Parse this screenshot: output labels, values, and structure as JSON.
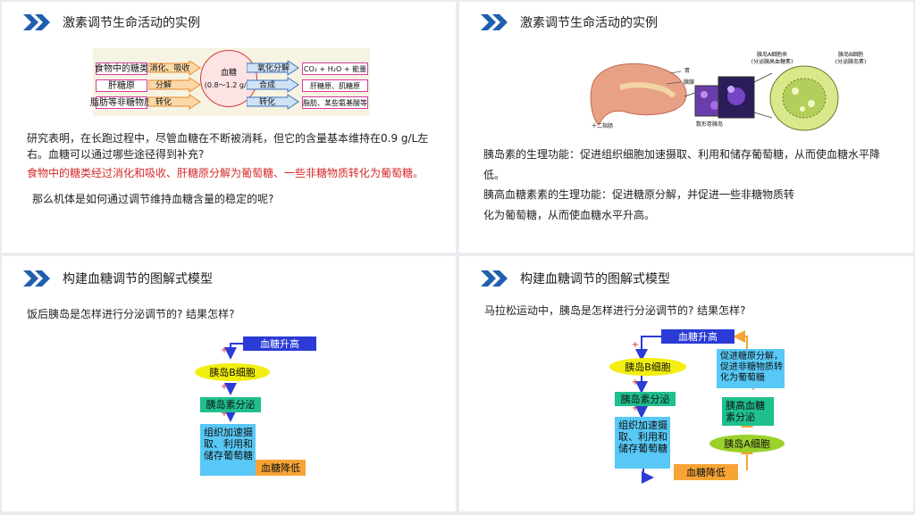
{
  "slides": [
    {
      "title": "激素调节生命活动的实例",
      "diagram": {
        "left": [
          "食物中的糖类",
          "肝糖原",
          "脂肪等非糖物质"
        ],
        "left_arrows": [
          "消化、吸收",
          "分解",
          "转化"
        ],
        "center_title": "血糖",
        "center_range": "(0.8～1.2 g/L)",
        "right_arrows": [
          "氧化分解",
          "合成",
          "转化"
        ],
        "right": [
          "CO₂ + H₂O + 能量",
          "肝糖原、肌糖原",
          "脂肪、某些氨基酸等"
        ]
      },
      "para1": "研究表明，在长跑过程中，尽管血糖在不断被消耗，但它的含量基本维持在0.9 g/L左右。血糖可以通过哪些途径得到补充?",
      "para2_red": "食物中的糖类经过消化和吸收、肝糖原分解为葡萄糖、一些非糖物质转化为葡萄糖。",
      "para3": "那么机体是如何通过调节维持血糖含量的稳定的呢?"
    },
    {
      "title": "激素调节生命活动的实例",
      "illus": {
        "islet_label": "胰岛A细胞来\n(分泌胰高血糖素)",
        "b_label": "胰岛B细胞\n(分泌胰岛素)",
        "stomach": "胃",
        "pancreas": "胰腺",
        "duodenum": "十二指肠",
        "islets": "数形卷胰岛"
      },
      "para1": "胰岛素的生理功能：促进组织细胞加速摄取、利用和储存葡萄糖，从而使血糖水平降低。",
      "para2a": "胰高血糖素素的生理功能：促进糖原分解，并促进一些非糖物质转",
      "para2b": "化为葡萄糖，从而使血糖水平升高。"
    },
    {
      "title": "构建血糖调节的图解式模型",
      "question": "饭后胰岛是怎样进行分泌调节的?  结果怎样?",
      "flow": {
        "rise": "血糖升高",
        "b_cell": "胰岛B细胞",
        "insulin": "胰岛素分泌",
        "tissue": "组织加速摄取、利用和储存葡萄糖",
        "fall": "血糖降低",
        "plus": "+"
      }
    },
    {
      "title": "构建血糖调节的图解式模型",
      "question": "马拉松运动中，胰岛是怎样进行分泌调节的?  结果怎样?",
      "flow": {
        "rise": "血糖升高",
        "b_cell": "胰岛B细胞",
        "insulin": "胰岛素分泌",
        "tissue": "组织加速摄取、利用和储存葡萄糖",
        "fall": "血糖降低",
        "a_cell": "胰岛A细胞",
        "glucagon": "胰高血糖素分泌",
        "promote": "促进糖原分解，促进非糖物质转化为葡萄糖",
        "plus": "+"
      }
    }
  ],
  "colors": {
    "chevron": "#1f5fae",
    "red": "#d42a2a",
    "blue_box": "#2a3bd6",
    "yellow": "#f2ee10",
    "teal": "#1fbf8f",
    "lightblue": "#58c8f6",
    "orange": "#f7a436",
    "green_ell": "#9ad12a"
  }
}
